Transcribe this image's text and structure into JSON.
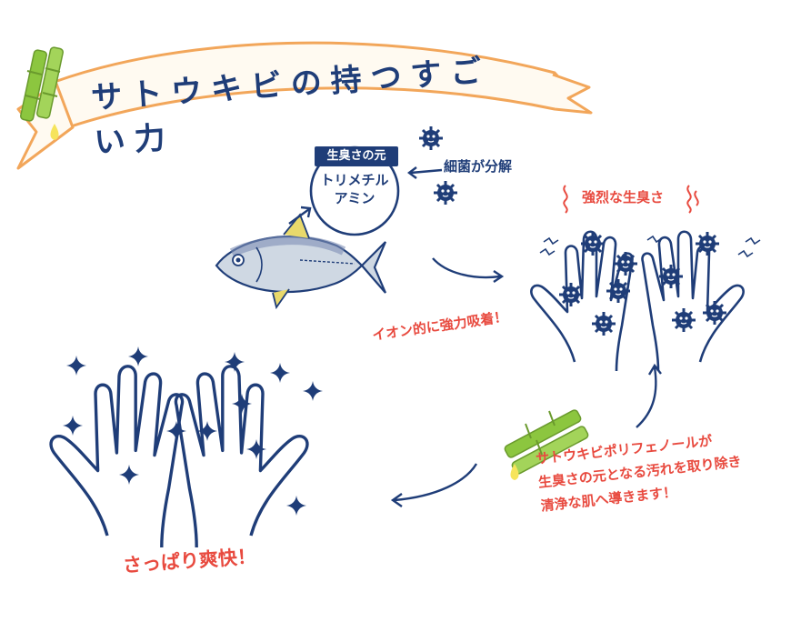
{
  "banner": {
    "title": "サトウキビの持つすごい力"
  },
  "fish_source": {
    "tag": "生臭さの元",
    "compound": "トリメチル\nアミン"
  },
  "bacteria": {
    "label": "細菌が分解"
  },
  "smelly_hands": {
    "label": "強烈な生臭さ"
  },
  "ion": {
    "label": "イオン的に強力吸着！"
  },
  "polyphenol": {
    "line1": "サトウキビポリフェノールが",
    "line2": "生臭さの元となる汚れを取り除き",
    "line3": "清浄な肌へ導きます！"
  },
  "fresh_hands": {
    "label": "さっぱり爽快！"
  },
  "colors": {
    "navy": "#1f3d78",
    "red": "#e84a3f",
    "orange": "#f2a65a",
    "green": "#8cc63f",
    "yellow": "#f6e45c"
  }
}
